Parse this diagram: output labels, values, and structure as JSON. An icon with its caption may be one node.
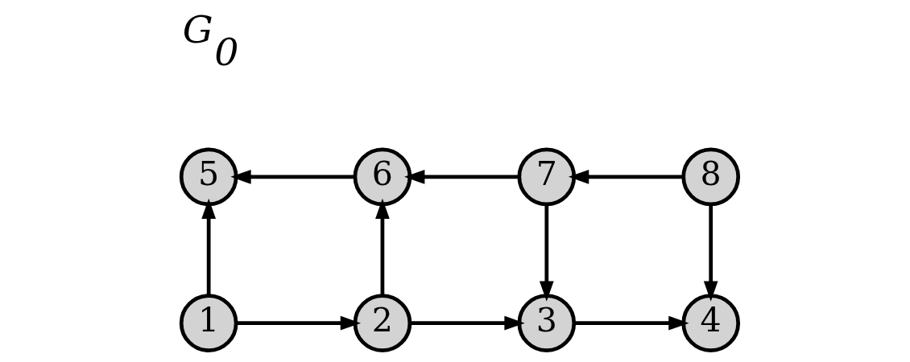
{
  "diagram": {
    "nodes": [
      {
        "text": [
          "5"
        ]
      },
      {
        "text": [
          "6"
        ]
      },
      {
        "text": [
          "7"
        ]
      },
      {
        "text": [
          "8"
        ]
      },
      {
        "text": [
          "1"
        ]
      },
      {
        "text": [
          "2"
        ]
      },
      {
        "text": [
          "3"
        ]
      },
      {
        "text": [
          "4"
        ]
      }
    ],
    "edges": [
      {
        "from": 1,
        "to": 0,
        "arrow": "to"
      },
      {
        "from": 2,
        "to": 1,
        "arrow": "to"
      },
      {
        "from": 3,
        "to": 2,
        "arrow": "to"
      },
      {
        "from": 4,
        "to": 0,
        "arrow": "to"
      },
      {
        "from": 5,
        "to": 1,
        "arrow": "to"
      },
      {
        "from": 2,
        "to": 6,
        "arrow": "to"
      },
      {
        "from": 3,
        "to": 7,
        "arrow": "to"
      },
      {
        "from": 4,
        "to": 5,
        "arrow": "to"
      },
      {
        "from": 5,
        "to": 6,
        "arrow": "to"
      },
      {
        "from": 6,
        "to": 7,
        "arrow": "to"
      }
    ],
    "labels": [
      "G$_{0}$"
    ]
  }
}
